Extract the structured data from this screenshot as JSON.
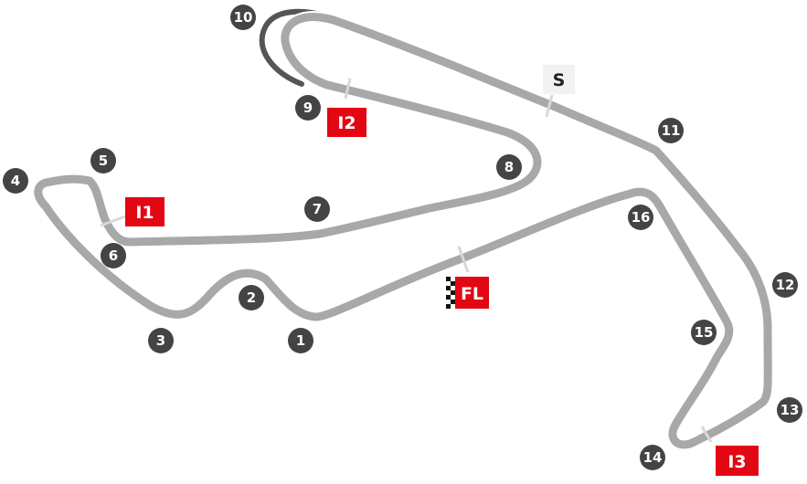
{
  "colors": {
    "track": "#a8a8a8",
    "track_outline": "#ffffff",
    "pit_loop": "#555555",
    "marker_line": "#d8d8d8",
    "turn_badge": "#444444",
    "turn_text": "#ffffff",
    "sector_fill": "#e30613",
    "sector_text": "#ffffff",
    "start_fill": "#f2f2f2",
    "start_text": "#222222"
  },
  "turns": [
    "1",
    "2",
    "3",
    "4",
    "5",
    "6",
    "7",
    "8",
    "9",
    "10",
    "11",
    "12",
    "13",
    "14",
    "15",
    "16"
  ],
  "sectors": {
    "i1": "I1",
    "i2": "I2",
    "i3": "I3",
    "fl": "FL",
    "s": "S"
  },
  "icons": {
    "finish_flag": "checkered-flag-icon"
  }
}
